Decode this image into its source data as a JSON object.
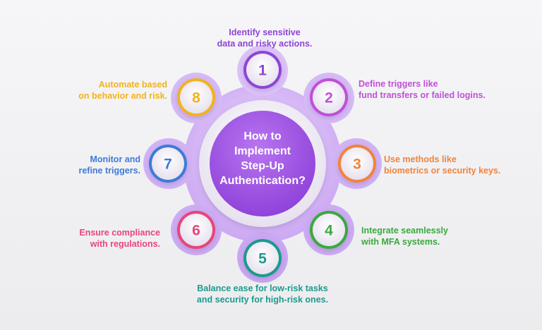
{
  "center": {
    "title": "How to\nImplement\nStep-Up\nAuthentication?"
  },
  "steps": [
    {
      "number": "1",
      "text": "Identify sensitive\ndata and risky actions.",
      "color": "#8e44d6"
    },
    {
      "number": "2",
      "text": "Define triggers like\nfund transfers or failed logins.",
      "color": "#c04fd8"
    },
    {
      "number": "3",
      "text": "Use methods like\nbiometrics or security keys.",
      "color": "#f2833a"
    },
    {
      "number": "4",
      "text": "Integrate seamlessly\nwith MFA systems.",
      "color": "#3aa93e"
    },
    {
      "number": "5",
      "text": "Balance ease for low-risk tasks\nand security for high-risk ones.",
      "color": "#1e9a8c"
    },
    {
      "number": "6",
      "text": "Ensure compliance\nwith regulations.",
      "color": "#e8457a"
    },
    {
      "number": "7",
      "text": "Monitor and\nrefine triggers.",
      "color": "#3d7bd6"
    },
    {
      "number": "8",
      "text": "Automate based\non behavior and risk.",
      "color": "#f2b21c"
    }
  ],
  "colors": {
    "gear_light": "#e6d3fb",
    "gear_mid": "#c9a6f3",
    "center_purple": "#a35ae6",
    "ring_white": "#f3f0f8"
  }
}
